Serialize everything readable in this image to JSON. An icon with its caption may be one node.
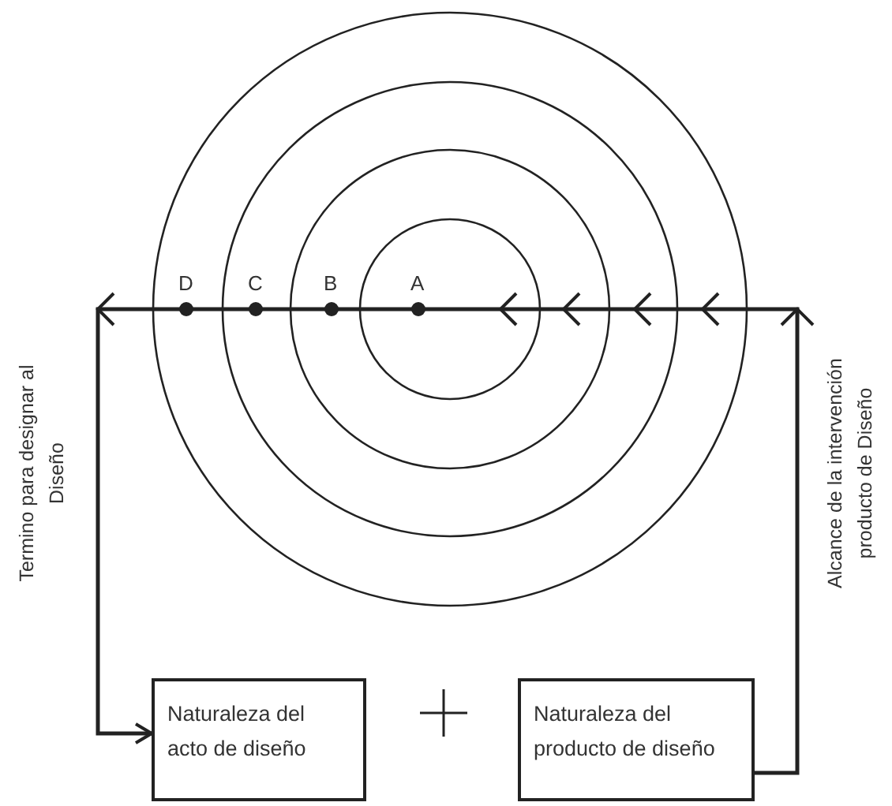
{
  "diagram": {
    "nodes": [
      {
        "text": [
          "Naturaleza del acto de diseño"
        ]
      },
      {
        "text": [
          "Naturaleza del producto de diseño"
        ]
      }
    ],
    "edges": [
      {
        "from": 1,
        "to": 0,
        "arrow": "to"
      }
    ],
    "labels": [
      "D",
      "C",
      "B",
      "A",
      "Termino para designar al Diseño",
      "Alcance de la intervención producto de Diseño"
    ]
  }
}
